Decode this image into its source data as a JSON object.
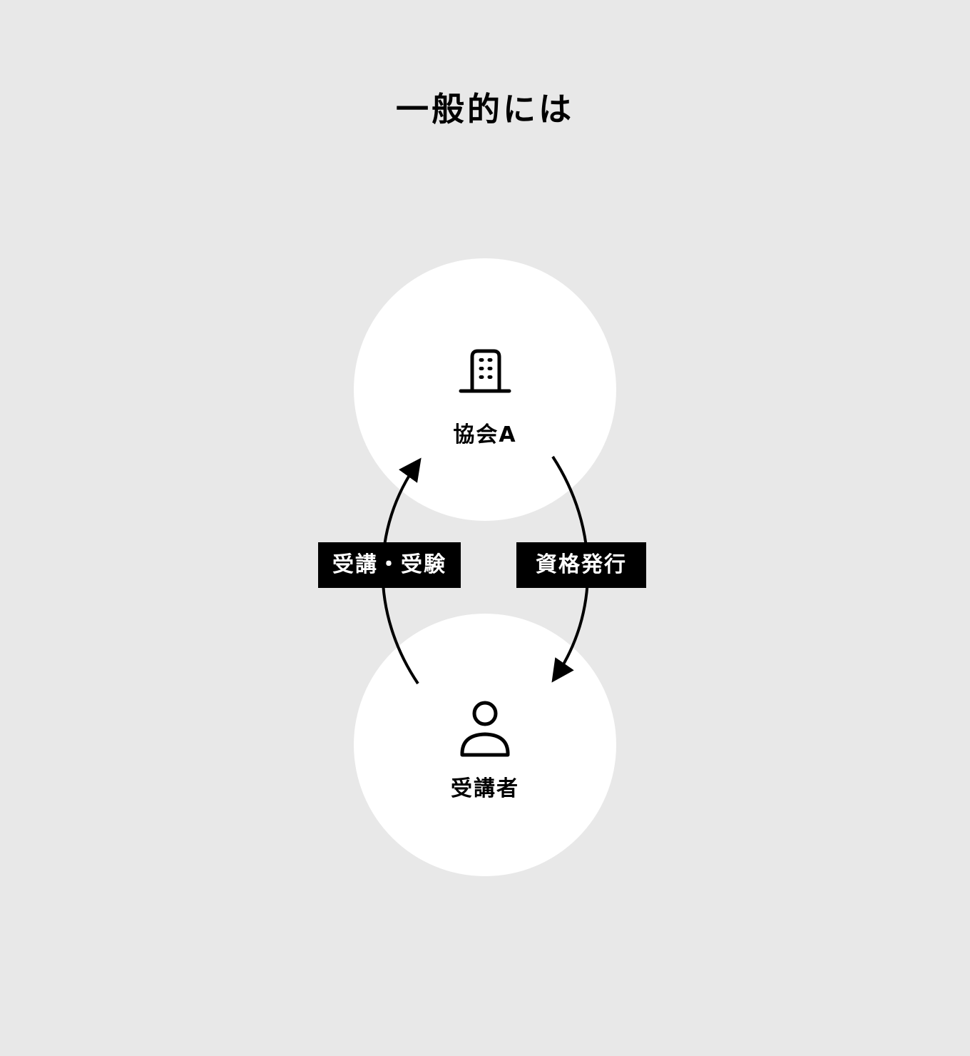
{
  "title": "一般的には",
  "nodes": {
    "top": {
      "label": "協会A",
      "icon": "building-icon"
    },
    "bottom": {
      "label": "受講者",
      "icon": "person-icon"
    }
  },
  "edges": {
    "left": {
      "label": "受講・受験",
      "direction": "受講者 → 協会A"
    },
    "right": {
      "label": "資格発行",
      "direction": "協会A → 受講者"
    }
  },
  "colors": {
    "background": "#e8e8e8",
    "node": "#ffffff",
    "ink": "#000000"
  }
}
